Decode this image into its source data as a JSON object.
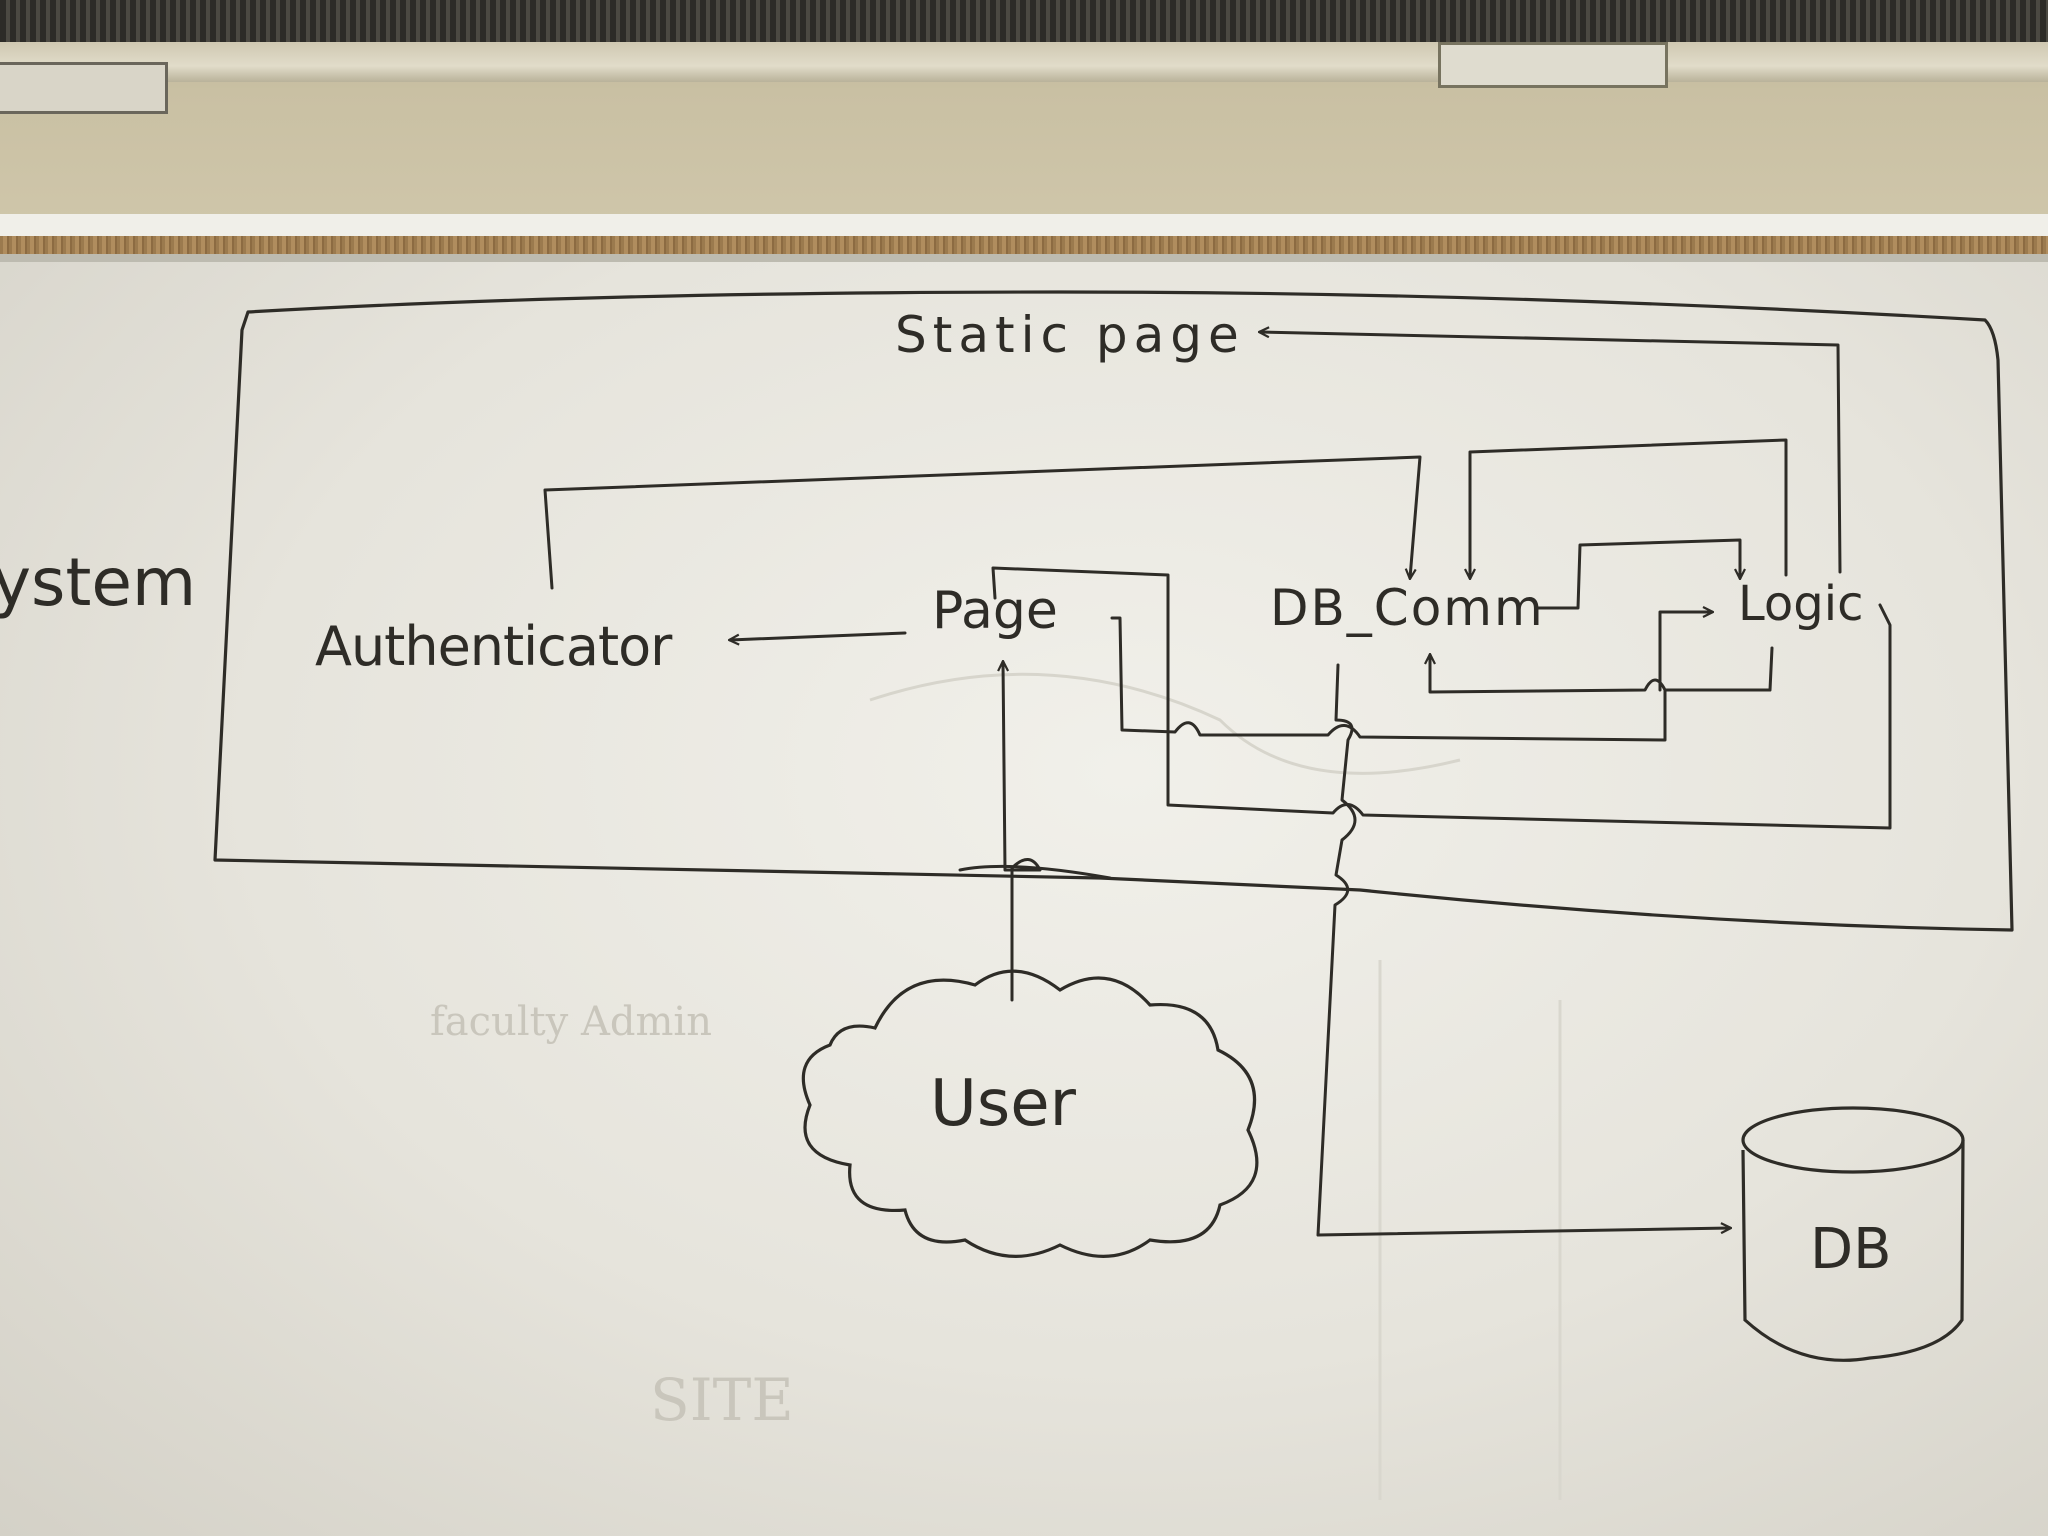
{
  "labels": {
    "static_page": "Static page",
    "authenticator": "Authenticator",
    "page": "Page",
    "db_comm": "DB_Comm",
    "logic": "Logic",
    "user": "User",
    "db": "DB",
    "system_fragment": "ystem"
  },
  "faint_erased_text": {
    "left": "faculty Admin",
    "bottom": "SITE"
  },
  "colors": {
    "board": "#ecebe4",
    "ink": "#2e2c27",
    "ghost_ink": "#c9c6bc"
  }
}
